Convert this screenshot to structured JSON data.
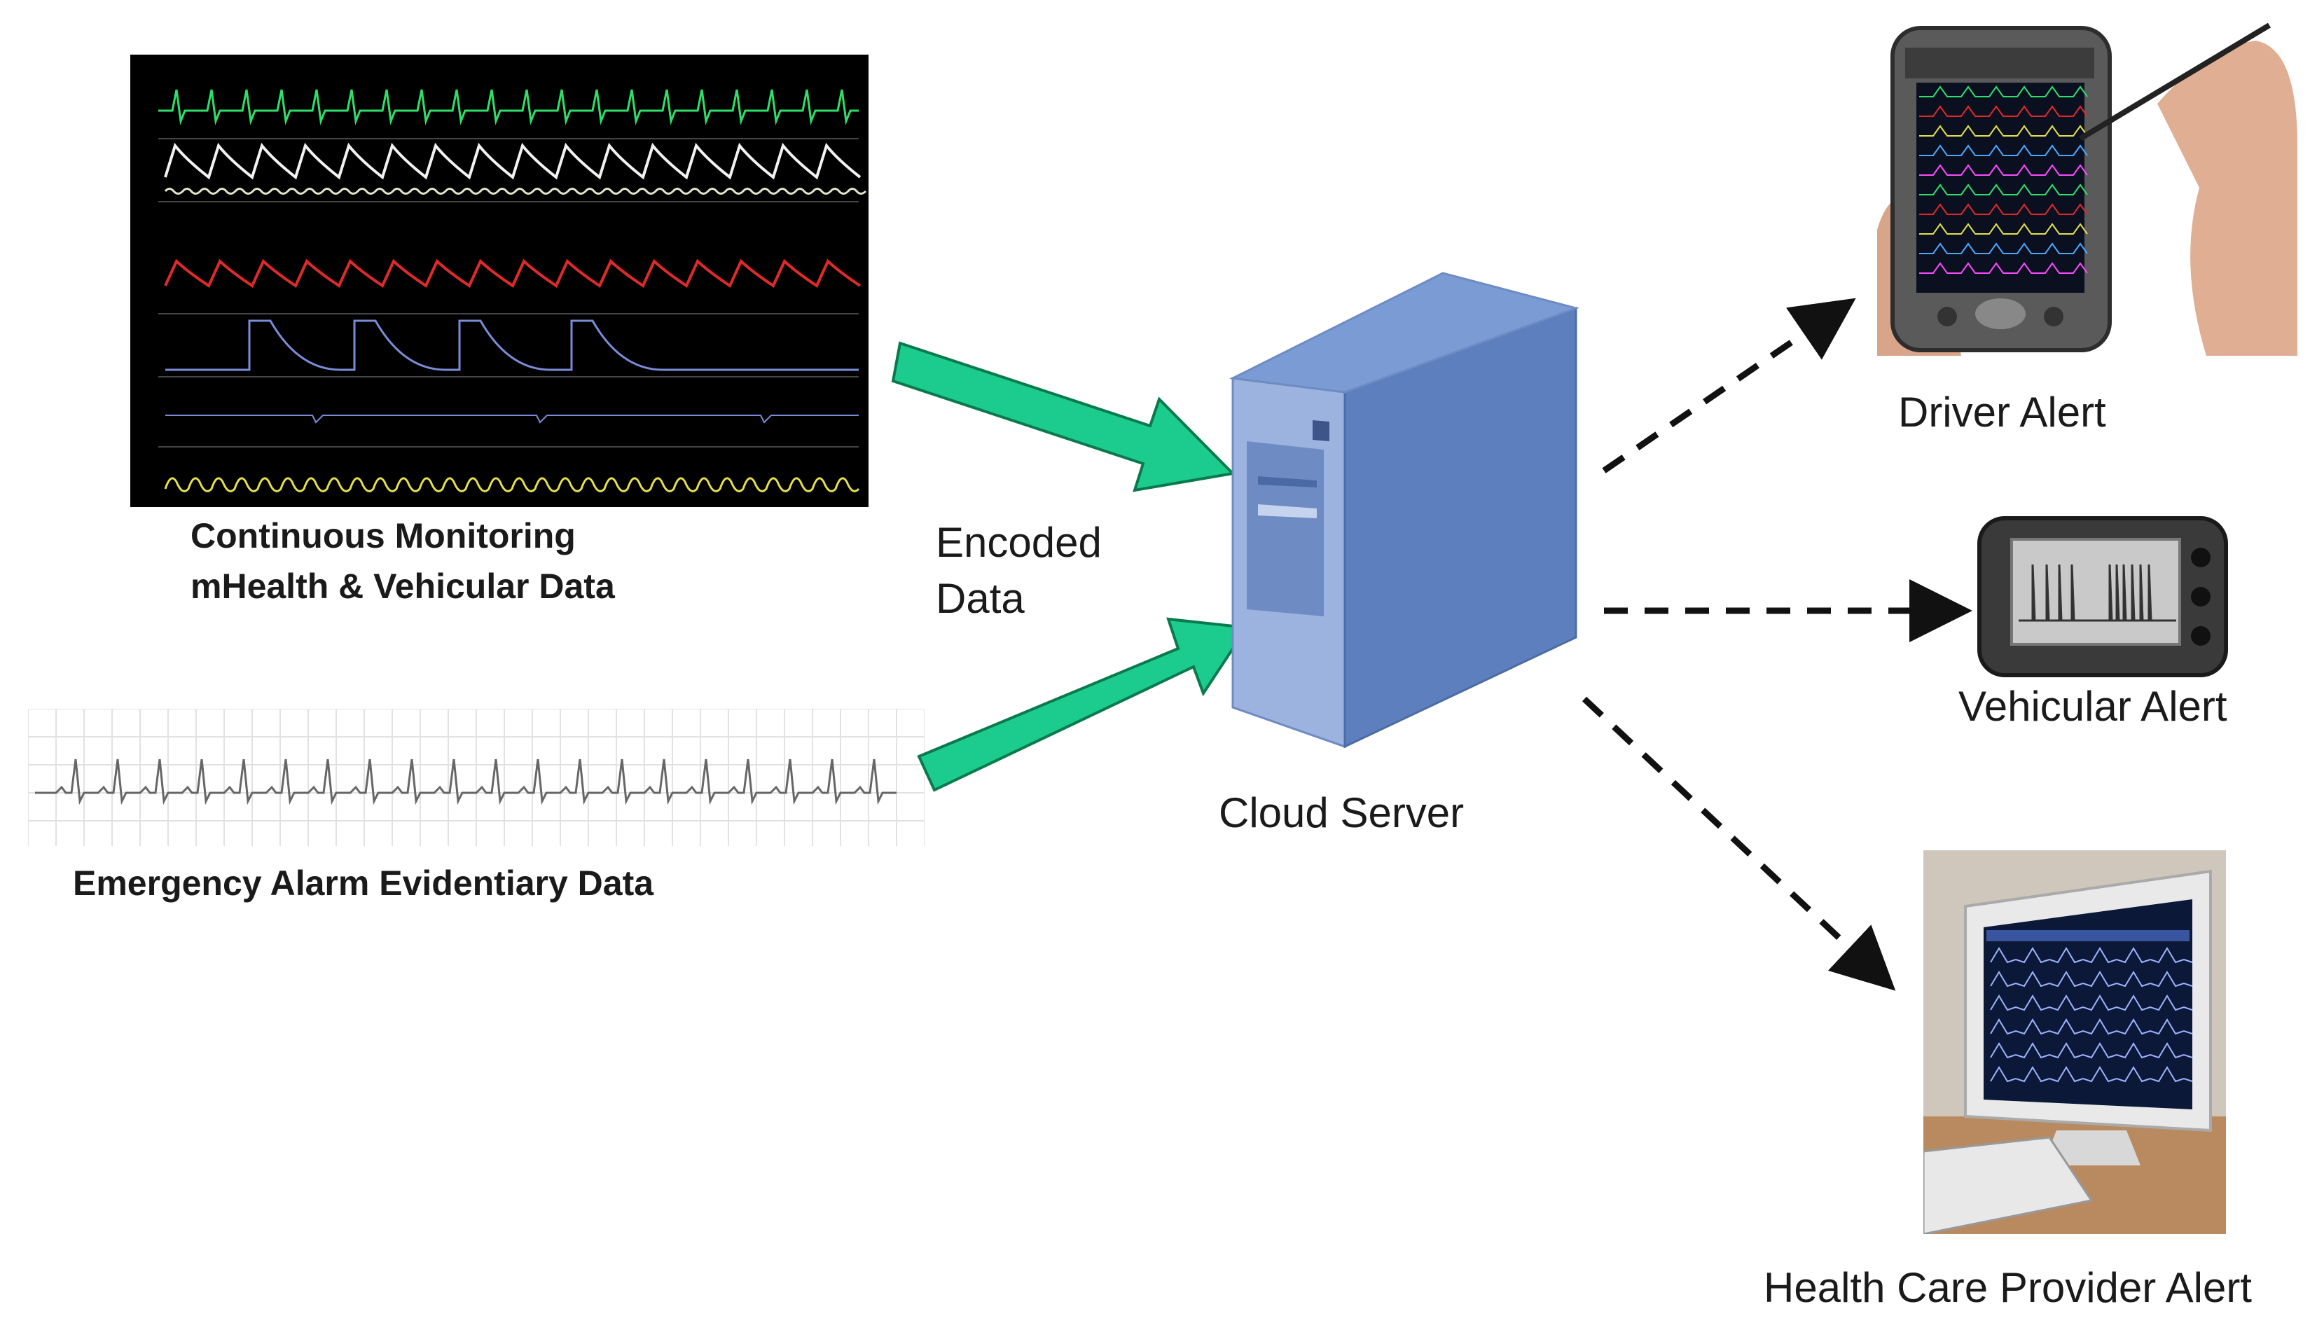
{
  "labels": {
    "monitoring_line1": "Continuous Monitoring",
    "monitoring_line2": "mHealth & Vehicular Data",
    "emergency": "Emergency Alarm Evidentiary Data",
    "encoded_line1": "Encoded",
    "encoded_line2": "Data",
    "cloud_server": "Cloud Server",
    "driver_alert": "Driver Alert",
    "vehicular_alert": "Vehicular Alert",
    "health_alert": "Health Care Provider Alert"
  },
  "colors": {
    "arrow_fill": "#1ccc8f",
    "arrow_stroke": "#0a7a4e",
    "server_front": "#9bb3de",
    "server_side": "#5d7fbd",
    "server_top": "#7a9bd3",
    "monitor_bg": "#000000",
    "wave_green": "#2ee06a",
    "wave_white": "#f2f2f2",
    "wave_red": "#e02a2a",
    "wave_blue": "#7a8cd8",
    "wave_yellow": "#e6e04a"
  },
  "icons": {
    "monitor": "vital-signs-monitor-icon",
    "ecg_strip": "ecg-strip-icon",
    "server": "server-tower-icon",
    "pda": "pda-handheld-icon",
    "pager": "pager-device-icon",
    "computer": "desktop-computer-icon"
  }
}
